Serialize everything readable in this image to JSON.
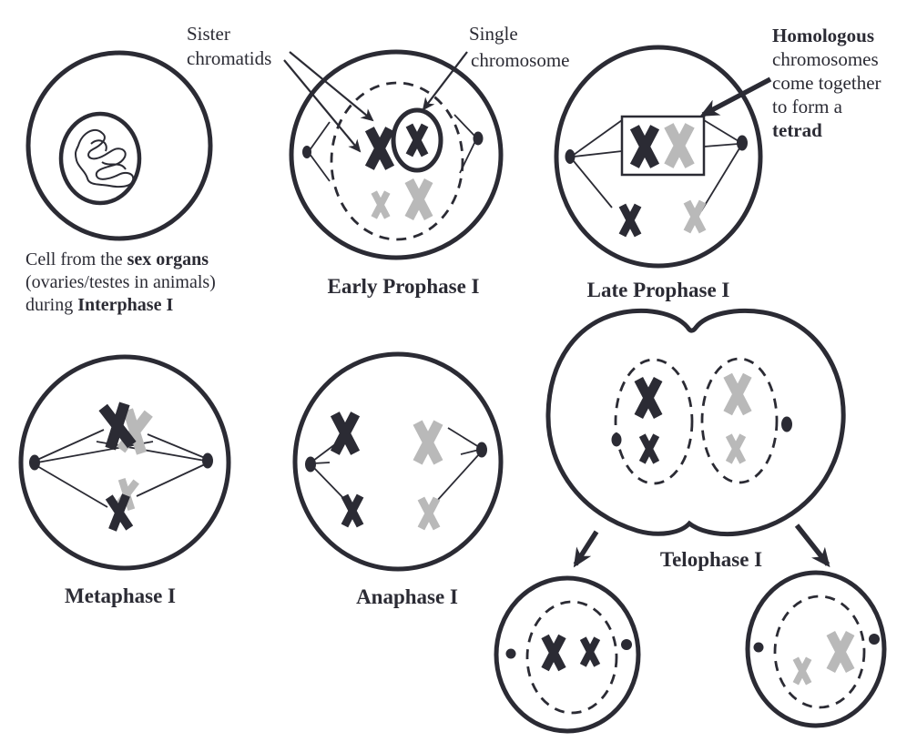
{
  "colors": {
    "ink": "#2b2b34",
    "chromosome_gray": "#b9b9b9",
    "background": "#ffffff"
  },
  "captions": {
    "interphase": {
      "line1_normal": "Cell from the ",
      "line1_bold": "sex organs",
      "line2": "(ovaries/testes in animals)",
      "line3_normal": "during ",
      "line3_bold": "Interphase I"
    }
  },
  "annotations": {
    "sister_chromatids": {
      "line1": "Sister",
      "line2": "chromatids"
    },
    "single_chromosome": {
      "line1": "Single",
      "line2": "chromosome"
    },
    "homologous_tetrad": {
      "line1": "Homologous",
      "line2": "chromosomes",
      "line3": "come together",
      "line4": "to form a",
      "line5": "tetrad"
    }
  },
  "stage_labels": {
    "early_prophase": "Early Prophase I",
    "late_prophase": "Late Prophase I",
    "metaphase": "Metaphase I",
    "anaphase": "Anaphase I",
    "telophase": "Telophase I"
  }
}
